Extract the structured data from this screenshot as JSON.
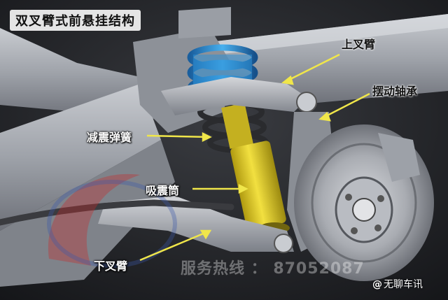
{
  "title": "双叉臂式前悬挂结构",
  "labels": {
    "upper_arm": "上叉臂",
    "ball_joint": "摆动轴承",
    "spring": "减震弹簧",
    "damper": "吸震筒",
    "lower_arm": "下叉臂"
  },
  "watermark": {
    "phone": "服务热线 ：  87052087",
    "signature": "无聊车讯",
    "at": "@"
  },
  "colors": {
    "spring_blue": "#2e8fd6",
    "damper_yellow": "#e7d12a",
    "frame_grey": "#a8acb3",
    "leader_line": "#f0e64a"
  }
}
